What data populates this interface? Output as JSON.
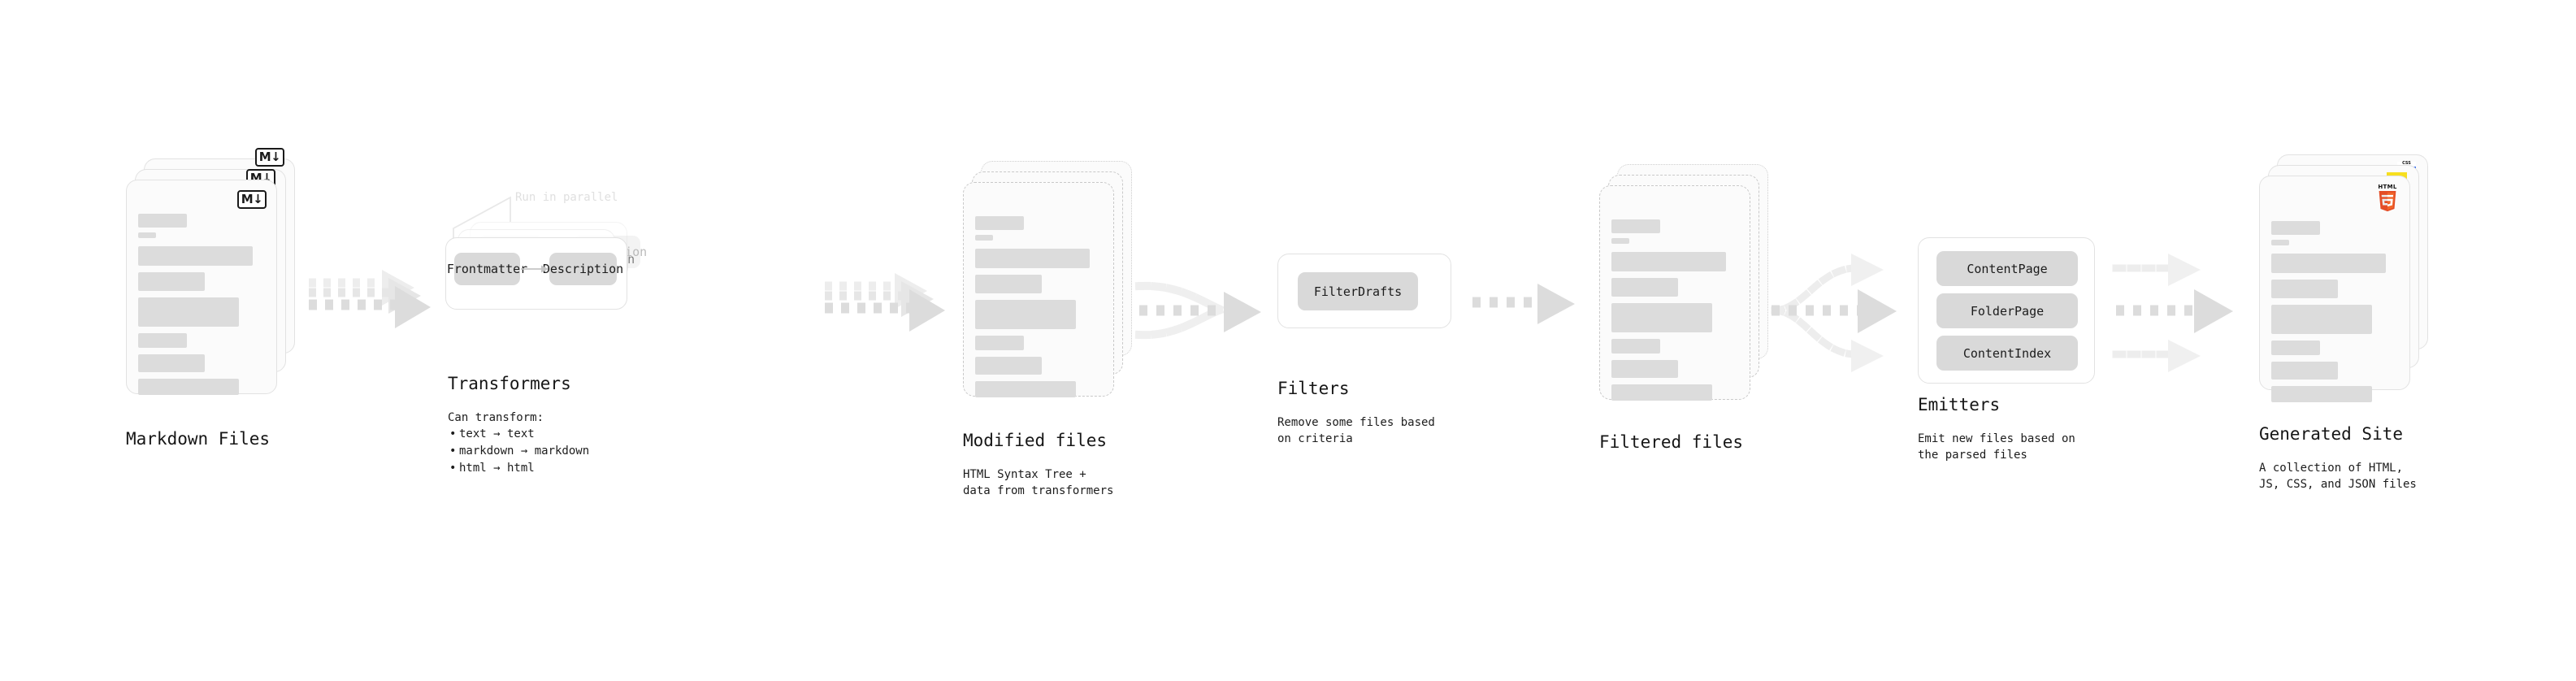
{
  "diagram": {
    "title_visible": false,
    "colors": {
      "skeleton": "#dcdcdc",
      "card_border": "#e2e2e2",
      "chip_bg": "#d9d9d9",
      "arrow": "#d8d8d8",
      "arrow_faded": "#ededed",
      "note_text": "#e0e0e0",
      "html5": "#e44d26",
      "js": "#f7df1e",
      "css": "#2965f1",
      "text": "#161616"
    }
  },
  "stages": [
    {
      "id": "markdown-files",
      "title": "Markdown Files",
      "subtitle": "",
      "badge": "markdown-icon",
      "badge_text": "M↓"
    },
    {
      "id": "transformers",
      "title": "Transformers",
      "note": "Run in parallel",
      "subtitle_lead": "Can transform:",
      "bullets": [
        "text → text",
        "markdown → markdown",
        "html → html"
      ],
      "chips": [
        "Frontmatter",
        "Description"
      ]
    },
    {
      "id": "modified-files",
      "title": "Modified files",
      "subtitle_lines": [
        "HTML Syntax Tree +",
        "data from transformers"
      ]
    },
    {
      "id": "filters",
      "title": "Filters",
      "subtitle_lines": [
        "Remove some files based",
        "on criteria"
      ],
      "chips": [
        "FilterDrafts"
      ]
    },
    {
      "id": "filtered-files",
      "title": "Filtered files",
      "subtitle_lines": []
    },
    {
      "id": "emitters",
      "title": "Emitters",
      "subtitle_lines": [
        "Emit new files based on",
        "the parsed files"
      ],
      "chips": [
        "ContentPage",
        "FolderPage",
        "ContentIndex"
      ]
    },
    {
      "id": "generated-site",
      "title": "Generated Site",
      "subtitle_lines": [
        "A collection of HTML,",
        "JS, CSS, and JSON files"
      ],
      "badges": [
        "html5-icon",
        "js-icon",
        "css-icon"
      ],
      "badge_html5_word": "HTML",
      "badge_html5_digit": "5",
      "badge_css_word": "CSS"
    }
  ]
}
